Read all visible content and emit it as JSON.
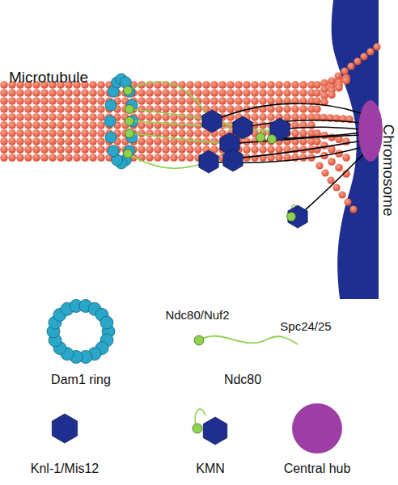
{
  "diagram": {
    "labels": [
      "Microtubule",
      "Chromosome",
      "Ndc80/Nuf2",
      "Spc24/25"
    ],
    "legend": [
      {
        "text": "Dam1 ring"
      },
      {
        "text": "Ndc80"
      },
      {
        "text": "Knl-1/Mis12"
      },
      {
        "text": "KMN"
      },
      {
        "text": "Central hub"
      }
    ]
  }
}
